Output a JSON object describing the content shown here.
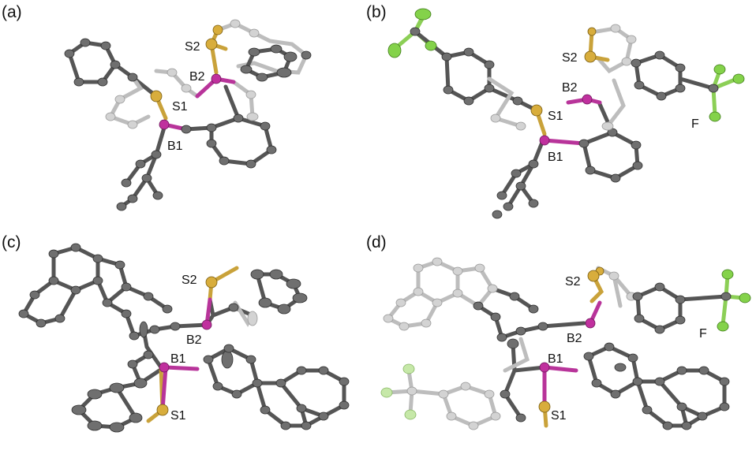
{
  "panels": [
    {
      "letter": "(a)",
      "labels": {
        "s2": "S2",
        "b2": "B2",
        "s1": "S1",
        "b1": "B1"
      }
    },
    {
      "letter": "(b)",
      "labels": {
        "s2": "S2",
        "b2": "B2",
        "s1": "S1",
        "b1": "B1",
        "f": "F"
      }
    },
    {
      "letter": "(c)",
      "labels": {
        "s2": "S2",
        "b2": "B2",
        "b1": "B1",
        "s1": "S1"
      }
    },
    {
      "letter": "(d)",
      "labels": {
        "s2": "S2",
        "b2": "B2",
        "b1": "B1",
        "s1": "S1",
        "f": "F"
      }
    }
  ],
  "colors": {
    "carbon": "#6f6f6f",
    "carbon_light": "#d3d3d3",
    "sulfur": "#d8ad3c",
    "boron": "#c0309e",
    "fluorine": "#84d24a"
  }
}
